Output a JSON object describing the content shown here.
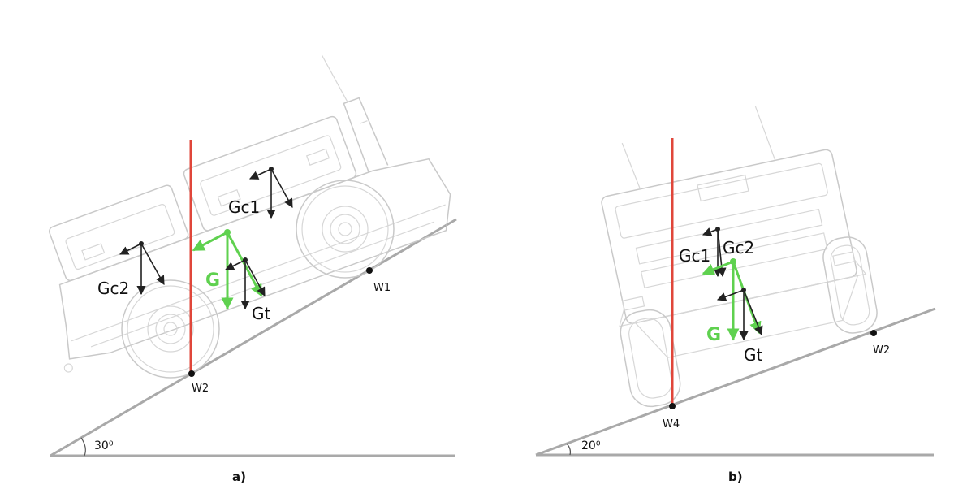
{
  "panel_a": {
    "caption": "a)",
    "angle": "30⁰",
    "labels": {
      "gc1": "Gc1",
      "gc2": "Gc2",
      "g": "G",
      "gt": "Gt"
    },
    "points": {
      "w1": "W1",
      "w2": "W2"
    }
  },
  "panel_b": {
    "caption": "b)",
    "angle": "20⁰",
    "labels": {
      "gc1": "Gc1",
      "gc2": "Gc2",
      "g": "G",
      "gt": "Gt"
    },
    "points": {
      "w4": "W4",
      "w2": "W2"
    }
  },
  "colors": {
    "vertical_line": "#e0463a",
    "gravity": "#5fd14f",
    "vehicle": "#c9c9c9",
    "ground": "#a9a9a9"
  }
}
